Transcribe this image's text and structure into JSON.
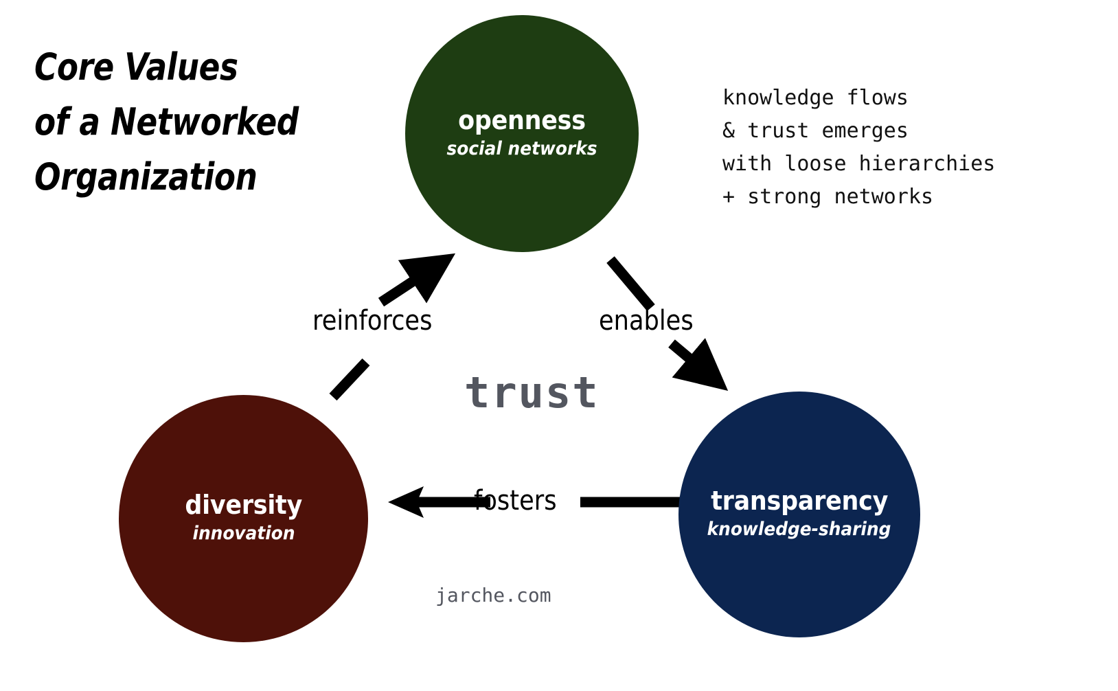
{
  "title": {
    "text": "Core Values\nof a Networked\nOrganization"
  },
  "annotation": {
    "text": "knowledge flows\n& trust emerges\nwith loose hierarchies\n+ strong networks"
  },
  "center": {
    "label": "trust",
    "color": "#53565f"
  },
  "footer": {
    "credit": "jarche.com"
  },
  "nodes": [
    {
      "id": "openness",
      "title": "openness",
      "subtitle": "social networks",
      "color": "#1e3d12"
    },
    {
      "id": "diversity",
      "title": "diversity",
      "subtitle": "innovation",
      "color": "#4e1109"
    },
    {
      "id": "transparency",
      "title": "transparency",
      "subtitle": "knowledge-sharing",
      "color": "#0c2550"
    }
  ],
  "edges": [
    {
      "id": "reinforces",
      "label": "reinforces",
      "from": "diversity",
      "to": "openness"
    },
    {
      "id": "enables",
      "label": "enables",
      "from": "openness",
      "to": "transparency"
    },
    {
      "id": "fosters",
      "label": "fosters",
      "from": "transparency",
      "to": "diversity"
    }
  ],
  "colors": {
    "background": "#ffffff",
    "arrow": "#000000",
    "text": "#000000",
    "muted": "#53565f"
  }
}
